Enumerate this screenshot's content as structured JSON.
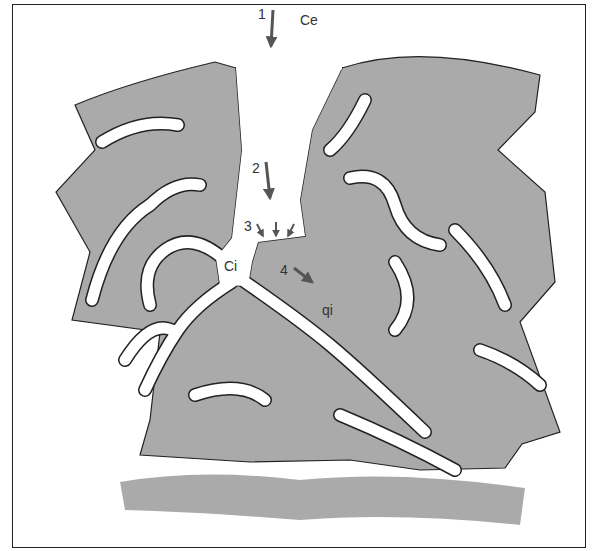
{
  "diagram": {
    "labels": [
      "1",
      "Ce",
      "2",
      "3",
      "4",
      "Ci",
      "qi"
    ]
  }
}
